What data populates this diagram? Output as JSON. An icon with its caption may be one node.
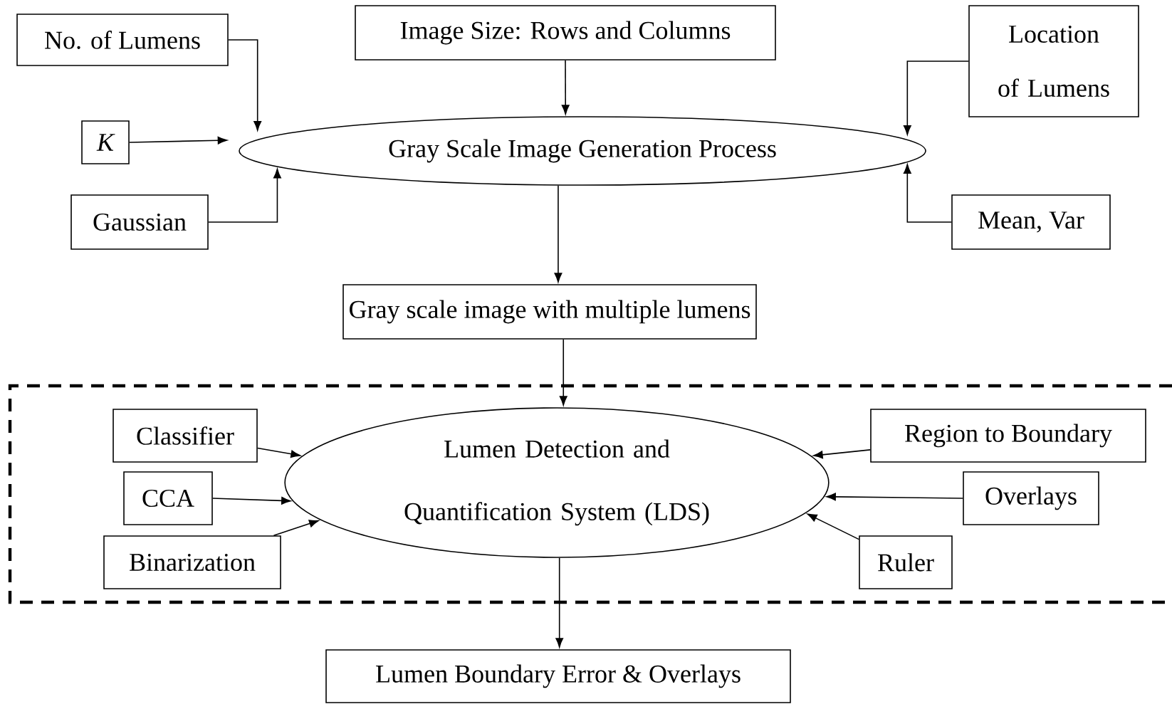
{
  "diagram": {
    "nodes": [
      {
        "text": [
          "No. of Lumens"
        ]
      },
      {
        "text": [
          "Image Size: Rows and Columns"
        ]
      },
      {
        "text": [
          "Location of Lumens"
        ]
      },
      {
        "text": [
          "K"
        ]
      },
      {
        "text": [
          "Gray Scale Image Generation Process"
        ]
      },
      {
        "text": [
          "Gaussian"
        ]
      },
      {
        "text": [
          "Mean, Var"
        ]
      },
      {
        "text": [
          "Gray scale image with multiple lumens"
        ]
      },
      {
        "text": [],
        "shape": "box"
      },
      {
        "text": [
          "Classifier"
        ],
        "in": 8
      },
      {
        "text": [
          "Lumen Detection and Quantification System (LDS)"
        ],
        "in": 8
      },
      {
        "text": [
          "Region to Boundary"
        ],
        "in": 8
      },
      {
        "text": [
          "CCA"
        ],
        "in": 8
      },
      {
        "text": [
          "Overlays"
        ],
        "in": 8
      },
      {
        "text": [
          "Binarization"
        ],
        "in": 8
      },
      {
        "text": [
          "Ruler"
        ],
        "in": 8
      },
      {
        "text": [
          "Lumen Boundary Error & Overlays"
        ]
      }
    ],
    "edges": [
      {
        "from": 0,
        "to": 4,
        "arrow": "to"
      },
      {
        "from": 1,
        "to": 4,
        "arrow": "to"
      },
      {
        "from": 2,
        "to": 4,
        "arrow": "to"
      },
      {
        "from": 3,
        "to": 4,
        "arrow": "to"
      },
      {
        "from": 5,
        "to": 4,
        "arrow": "to"
      },
      {
        "from": 6,
        "to": 4,
        "arrow": "to"
      },
      {
        "from": 4,
        "to": 7,
        "arrow": "to"
      },
      {
        "from": 7,
        "to": 10,
        "arrow": "to"
      },
      {
        "from": 9,
        "to": 10,
        "arrow": "to"
      },
      {
        "from": 11,
        "to": 10,
        "arrow": "to"
      },
      {
        "from": 12,
        "to": 10,
        "arrow": "to"
      },
      {
        "from": 13,
        "to": 10,
        "arrow": "to"
      },
      {
        "from": 14,
        "to": 10,
        "arrow": "to"
      },
      {
        "from": 15,
        "to": 10,
        "arrow": "to"
      },
      {
        "from": 10,
        "to": 16,
        "arrow": "to"
      }
    ]
  }
}
